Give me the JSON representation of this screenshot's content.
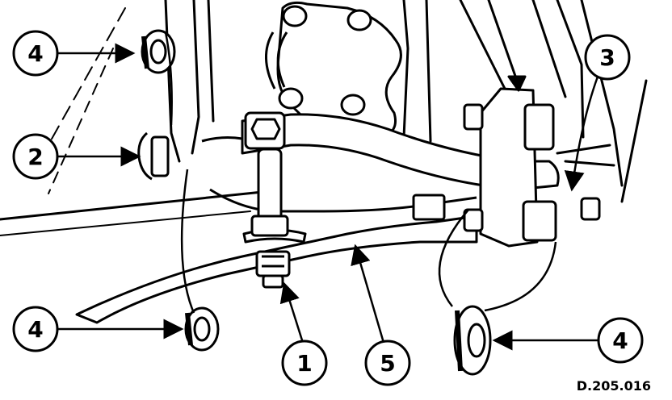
{
  "figure_code": "D.205.016",
  "callouts": {
    "top_left": "4",
    "mid_left": "2",
    "top_right": "3",
    "bottom_left": "4",
    "bottom_center_left": "1",
    "bottom_center": "5",
    "bottom_right": "4"
  },
  "ink_color": "#000000",
  "paper_color": "#ffffff"
}
